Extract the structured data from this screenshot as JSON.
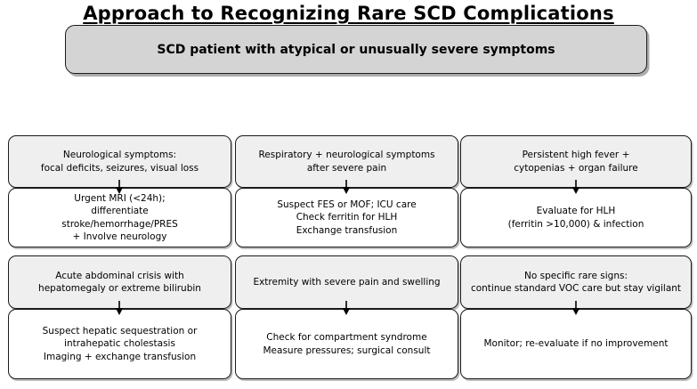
{
  "title": "Approach to Recognizing Rare SCD Complications",
  "entry": {
    "label": "SCD patient with atypical or unusually severe symptoms"
  },
  "colors": {
    "entry_fill": "#d4d4d4",
    "sign_fill": "#efefef",
    "action_fill": "#ffffff",
    "border": "#1a1a1a",
    "background": "#ffffff",
    "text": "#000000"
  },
  "pairs": [
    {
      "sign": "Neurological symptoms:\nfocal deficits, seizures, visual loss",
      "action": "Urgent MRI (<24h);\ndifferentiate\nstroke/hemorrhage/PRES\n+ Involve neurology"
    },
    {
      "sign": "Respiratory + neurological symptoms\nafter severe pain",
      "action": "Suspect FES or MOF; ICU care\nCheck ferritin for HLH\nExchange transfusion"
    },
    {
      "sign": "Persistent high fever +\ncytopenias + organ failure",
      "action": "Evaluate for HLH\n(ferritin >10,000) & infection"
    },
    {
      "sign": "Acute abdominal crisis with\nhepatomegaly or extreme bilirubin",
      "action": "Suspect hepatic sequestration or\nintrahepatic cholestasis\nImaging + exchange transfusion"
    },
    {
      "sign": "Extremity with severe pain and swelling",
      "action": "Check for compartment syndrome\nMeasure pressures; surgical consult"
    },
    {
      "sign": "No specific rare signs:\ncontinue standard VOC care but stay vigilant",
      "action": "Monitor; re-evaluate if no improvement"
    }
  ]
}
